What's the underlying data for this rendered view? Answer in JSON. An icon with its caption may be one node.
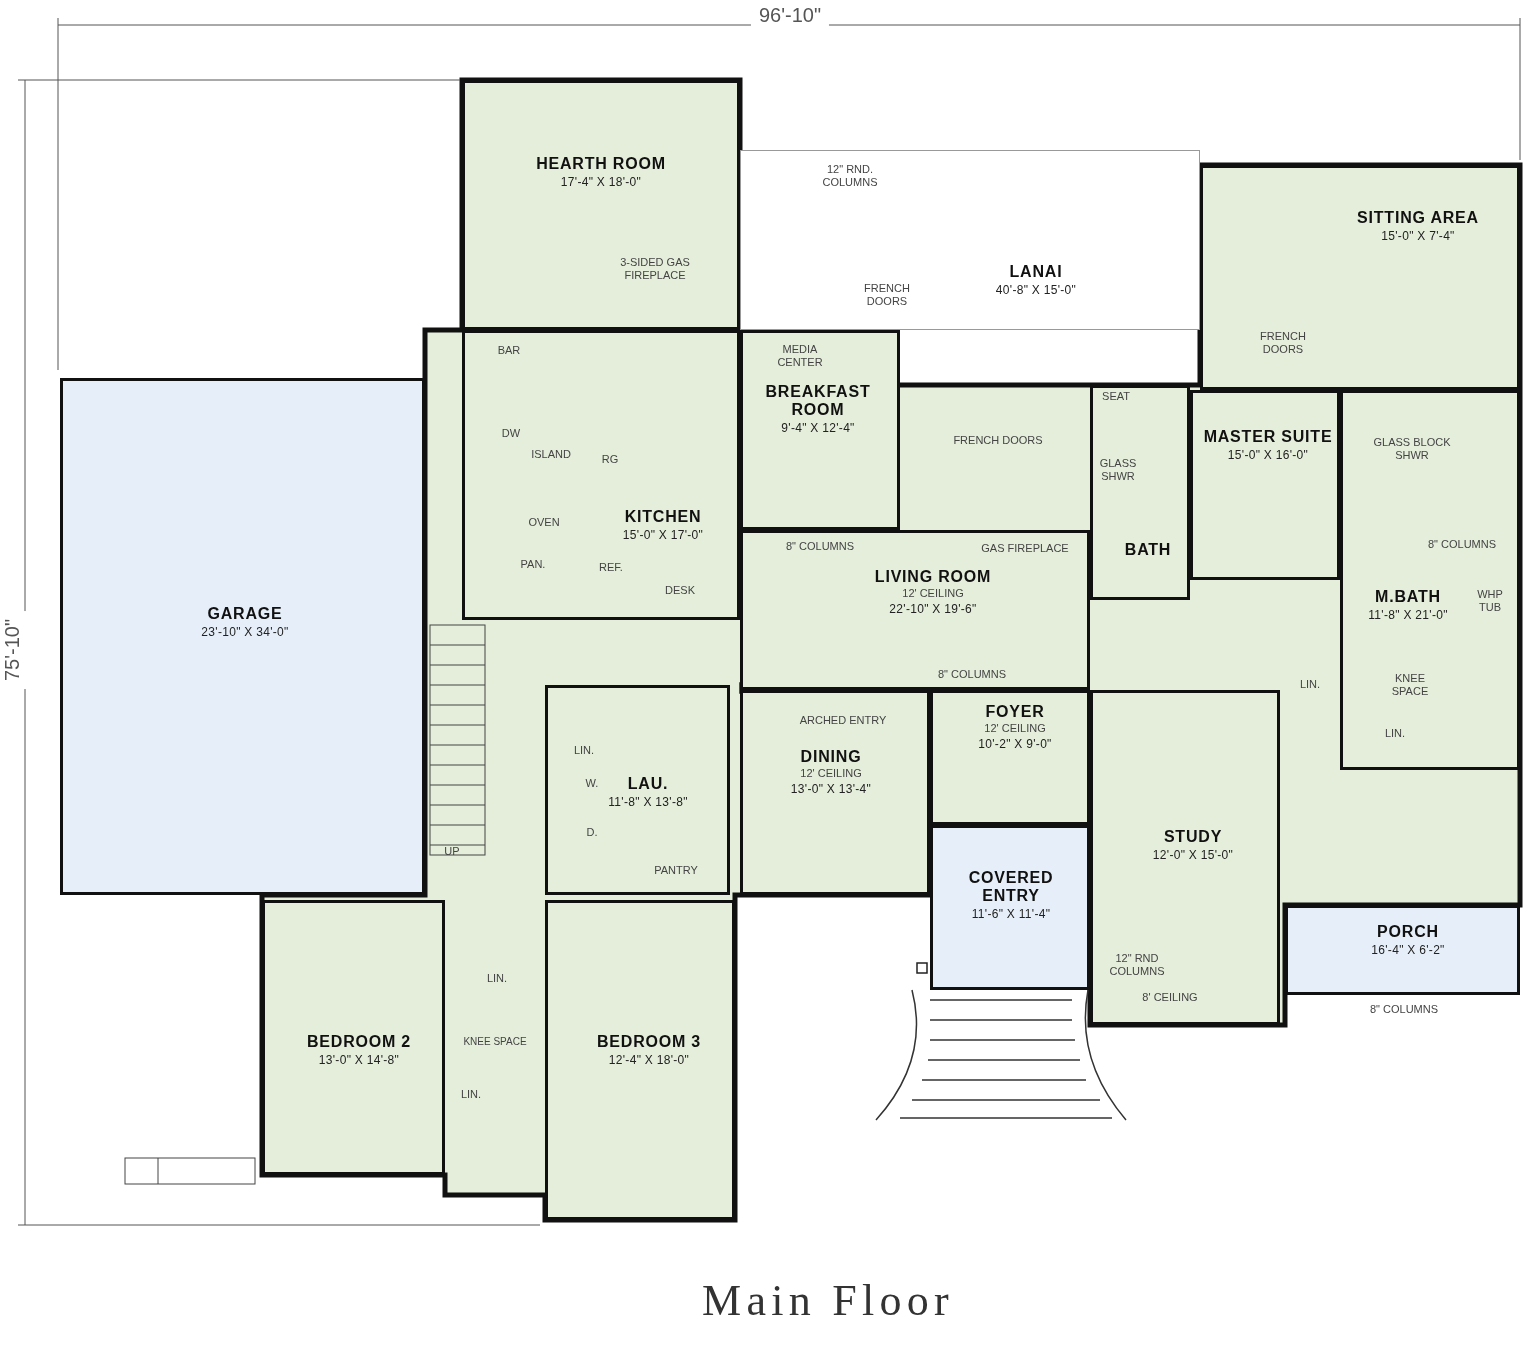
{
  "diagram": {
    "caption": "Main Floor",
    "nodes": [
      {
        "text": [
          "HEARTH ROOM",
          "17'-4\" X 18'-0\""
        ]
      },
      {
        "text": [
          "LANAI",
          "40'-8\" X 15'-0\""
        ]
      },
      {
        "text": [
          "SITTING AREA",
          "15'-0\" X 7'-4\""
        ]
      },
      {
        "text": [
          "BREAKFAST ROOM",
          "9'-4\" X 12'-4\""
        ]
      },
      {
        "text": [
          "KITCHEN",
          "15'-0\" X 17'-0\""
        ]
      },
      {
        "text": [
          "MASTER SUITE",
          "15'-0\" X 16'-0\""
        ]
      },
      {
        "text": [
          "GARAGE",
          "23'-10\" X 34'-0\""
        ]
      },
      {
        "text": [
          "LIVING ROOM",
          "12' CEILING",
          "22'-10\" X 19'-6\""
        ]
      },
      {
        "text": [
          "BATH"
        ]
      },
      {
        "text": [
          "M.BATH",
          "11'-8\" X 21'-0\""
        ]
      },
      {
        "text": [
          "LAU.",
          "11'-8\" X 13'-8\""
        ]
      },
      {
        "text": [
          "DINING",
          "12' CEILING",
          "13'-0\" X 13'-4\""
        ]
      },
      {
        "text": [
          "FOYER",
          "12' CEILING",
          "10'-2\" X 9'-0\""
        ]
      },
      {
        "text": [
          "COVERED ENTRY",
          "11'-6\" X 11'-4\""
        ]
      },
      {
        "text": [
          "STUDY",
          "12'-0\" X 15'-0\""
        ]
      },
      {
        "text": [
          "PORCH",
          "16'-4\" X 6'-2\""
        ]
      },
      {
        "text": [
          "BEDROOM 2",
          "13'-0\" X 14'-8\""
        ]
      },
      {
        "text": [
          "BEDROOM 3",
          "12'-4\" X 18'-0\""
        ]
      }
    ],
    "labels": [
      "96'-10\"",
      "75'-10\"",
      "12\" RND. COLUMNS",
      "3-SIDED GAS FIREPLACE",
      "MEDIA CENTER",
      "FRENCH DOORS",
      "FRENCH DOORS",
      "BAR",
      "SEAT",
      "DW",
      "ISLAND",
      "RG",
      "FRENCH DOORS",
      "GLASS SHWR",
      "GLASS BLOCK SHWR",
      "OVEN",
      "8\" COLUMNS",
      "GAS FIREPLACE",
      "8\" COLUMNS",
      "PAN.",
      "REF.",
      "DESK",
      "WHP TUB",
      "LIN.",
      "KNEE SPACE",
      "8\" COLUMNS",
      "LIN.",
      "ARCHED ENTRY",
      "LIN.",
      "W.",
      "D.",
      "UP",
      "PANTRY",
      "LIN.",
      "12\" RND COLUMNS",
      "8' CEILING",
      "8\" COLUMNS",
      "KNEE SPACE",
      "LIN."
    ]
  }
}
